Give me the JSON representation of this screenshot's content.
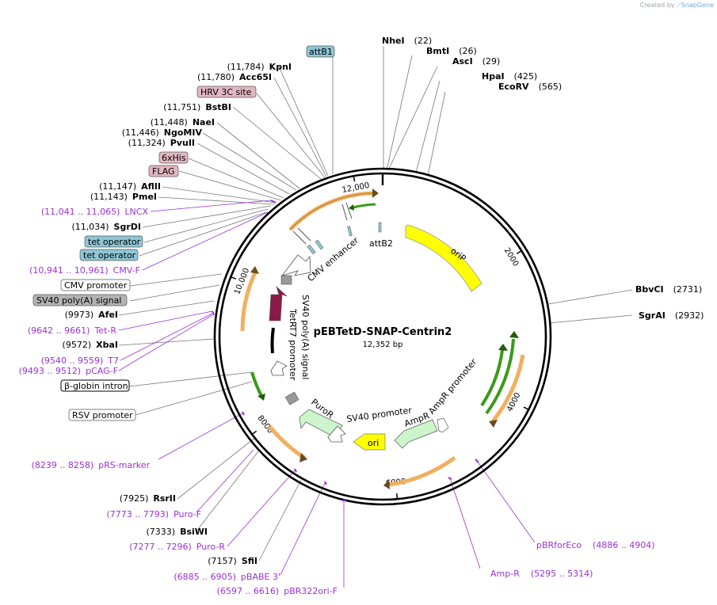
{
  "credit": {
    "prefix": "Created by",
    "brand": "SnapGene"
  },
  "plasmid": {
    "name": "pEBTetD-SNAP-Centrin2",
    "length_label": "12,352 bp",
    "total_bp": 12352
  },
  "ticks": [
    {
      "label": "2000",
      "bp": 2000
    },
    {
      "label": "4000",
      "bp": 4000
    },
    {
      "label": "6000",
      "bp": 6000
    },
    {
      "label": "8000",
      "bp": 8000
    },
    {
      "label": "10,000",
      "bp": 10000
    },
    {
      "label": "12,000",
      "bp": 12000
    }
  ],
  "enzymes": [
    {
      "name": "NheI",
      "pos": "(22)",
      "bp": 22
    },
    {
      "name": "BmtI",
      "pos": "(26)",
      "bp": 26
    },
    {
      "name": "AscI",
      "pos": "(29)",
      "bp": 29
    },
    {
      "name": "HpaI",
      "pos": "(425)",
      "bp": 425
    },
    {
      "name": "EcoRV",
      "pos": "(565)",
      "bp": 565
    },
    {
      "name": "BbvCI",
      "pos": "(2731)",
      "bp": 2731
    },
    {
      "name": "SgrAI",
      "pos": "(2932)",
      "bp": 2932
    },
    {
      "name": "KpnI",
      "pos": "(11,784)",
      "bp": 11784
    },
    {
      "name": "Acc65I",
      "pos": "(11,780)",
      "bp": 11780
    },
    {
      "name": "BstBI",
      "pos": "(11,751)",
      "bp": 11751
    },
    {
      "name": "NaeI",
      "pos": "(11,448)",
      "bp": 11448
    },
    {
      "name": "NgoMIV",
      "pos": "(11,446)",
      "bp": 11446
    },
    {
      "name": "PvuII",
      "pos": "(11,324)",
      "bp": 11324
    },
    {
      "name": "AflII",
      "pos": "(11,147)",
      "bp": 11147
    },
    {
      "name": "PmeI",
      "pos": "(11,143)",
      "bp": 11143
    },
    {
      "name": "SgrDI",
      "pos": "(11,034)",
      "bp": 11034
    },
    {
      "name": "AfeI",
      "pos": "(9973)",
      "bp": 9973
    },
    {
      "name": "XbaI",
      "pos": "(9572)",
      "bp": 9572
    },
    {
      "name": "RsrII",
      "pos": "(7925)",
      "bp": 7925
    },
    {
      "name": "BsiWI",
      "pos": "(7333)",
      "bp": 7333
    },
    {
      "name": "SfiI",
      "pos": "(7157)",
      "bp": 7157
    }
  ],
  "primers": [
    {
      "range": "(11,041 .. 11,065)",
      "name": "LNCX"
    },
    {
      "range": "(10,941 .. 10,961)",
      "name": "CMV-F"
    },
    {
      "range": "(9642 .. 9661)",
      "name": "Tet-R"
    },
    {
      "range": "(9540 .. 9559)",
      "name": "T7"
    },
    {
      "range": "(9493 .. 9512)",
      "name": "pCAG-F"
    },
    {
      "range": "(8239 .. 8258)",
      "name": "pRS-marker"
    },
    {
      "range": "(7773 .. 7793)",
      "name": "Puro-F"
    },
    {
      "range": "(7277 .. 7296)",
      "name": "Puro-R"
    },
    {
      "range": "(6885 .. 6905)",
      "name": "pBABE 3'"
    },
    {
      "range": "(6597 .. 6616)",
      "name": "pBR322ori-F"
    },
    {
      "name": "pBRforEco",
      "range": "(4886 .. 4904)"
    },
    {
      "name": "Amp-R",
      "range": "(5295 .. 5314)"
    }
  ],
  "boxed_labels": [
    {
      "text": "attB1",
      "style": "blue"
    },
    {
      "text": "HRV 3C site",
      "style": "pink"
    },
    {
      "text": "6xHis",
      "style": "pink"
    },
    {
      "text": "FLAG",
      "style": "pink"
    },
    {
      "text": "tet operator",
      "style": "blue"
    },
    {
      "text": "tet operator",
      "style": "blue"
    },
    {
      "text": "CMV promoter",
      "style": "white"
    },
    {
      "text": "SV40 poly(A) signal",
      "style": "gray"
    },
    {
      "text": "β-globin intron",
      "style": "white-bold"
    },
    {
      "text": "RSV promoter",
      "style": "white"
    }
  ],
  "inner_features": [
    {
      "text": "attB2"
    },
    {
      "text": "oriP"
    },
    {
      "text": "CMV enhancer"
    },
    {
      "text": "TetR"
    },
    {
      "text": "SV40 poly(A) signal"
    },
    {
      "text": "T7 promoter"
    },
    {
      "text": "AmpR promoter"
    },
    {
      "text": "AmpR"
    },
    {
      "text": "SV40 promoter"
    },
    {
      "text": "PuroR"
    },
    {
      "text": "ori"
    }
  ],
  "colors": {
    "enzyme": "#000000",
    "primer": "#9b30d9",
    "blue_box": "#8ec6d6",
    "pink_box": "#e3b6c4",
    "gray_box": "#b3b3b3",
    "orip": "#ffff00",
    "ori": "#ffff00",
    "tetr": "#8b1a4a",
    "puror": "#ccf5cc",
    "ampr": "#ccf5cc",
    "green_arrow": "#3a9a1a",
    "orange_arrow": "#f0b060"
  }
}
